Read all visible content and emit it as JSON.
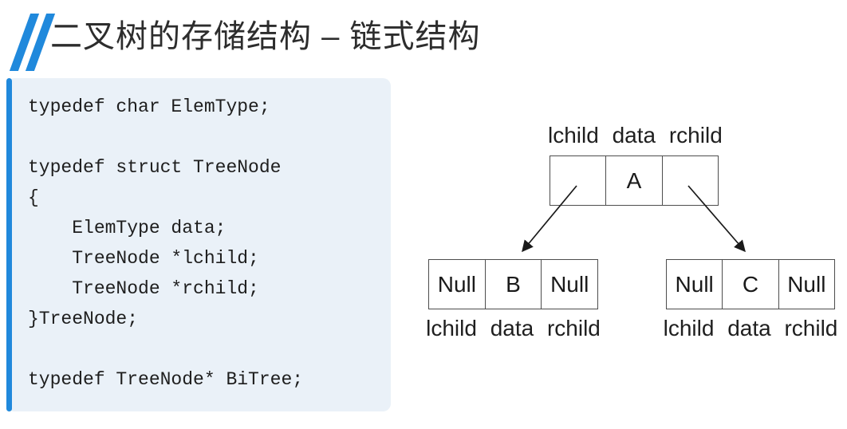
{
  "header": {
    "title": "二叉树的存储结构 – 链式结构"
  },
  "colors": {
    "accent": "#2089dc",
    "code_panel_bg": "#eaf1f8"
  },
  "code_panel": {
    "language": "c",
    "code": "typedef char ElemType;\n\ntypedef struct TreeNode\n{\n    ElemType data;\n    TreeNode *lchild;\n    TreeNode *rchild;\n}TreeNode;\n\ntypedef TreeNode* BiTree;"
  },
  "diagram": {
    "root_node": {
      "label": "lchild data rchild",
      "cells": [
        "",
        "A",
        ""
      ]
    },
    "left_child_node": {
      "label": "lchild data rchild",
      "cells": [
        "Null",
        "B",
        "Null"
      ]
    },
    "right_child_node": {
      "label": "lchild data rchild",
      "cells": [
        "Null",
        "C",
        "Null"
      ]
    }
  }
}
